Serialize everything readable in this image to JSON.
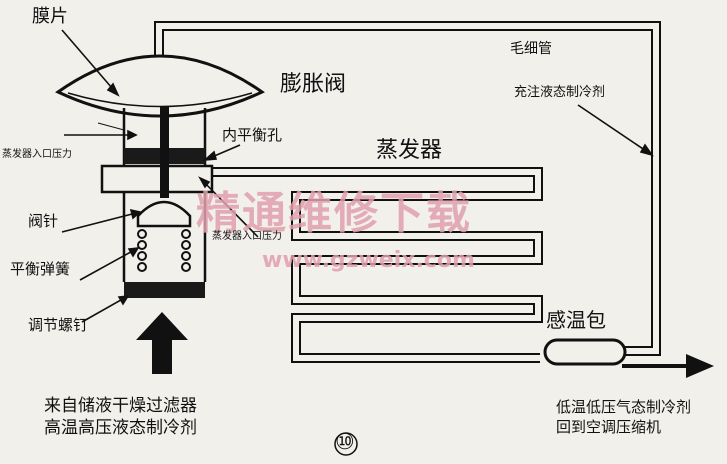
{
  "labels": {
    "diaphragm": "膜片",
    "expansion_valve": "膨胀阀",
    "capillary_tube": "毛细管",
    "charged_refrigerant": "充注液态制冷剂",
    "evaporator_inlet_pressure_top": "蒸发器入口压力",
    "internal_balance_hole": "内平衡孔",
    "evaporator": "蒸发器",
    "valve_needle": "阀针",
    "evaporator_inlet_pressure_side": "蒸发器入口压力",
    "balance_spring": "平衡弹簧",
    "adjusting_screw": "调节螺钉",
    "sensing_bulb": "感温包",
    "inlet_note_line1": "来自储液干燥过滤器",
    "inlet_note_line2": "高温高压液态制冷剂",
    "outlet_note_line1": "低温低压气态制冷剂",
    "outlet_note_line2": "回到空调压缩机",
    "figure_number": "⑩"
  },
  "watermark": {
    "title": "精通维修下载",
    "url": "www.gzweix.com"
  },
  "colors": {
    "ink": "#111111",
    "paper": "#f2f0eb",
    "watermark": "#e0a0ac"
  }
}
